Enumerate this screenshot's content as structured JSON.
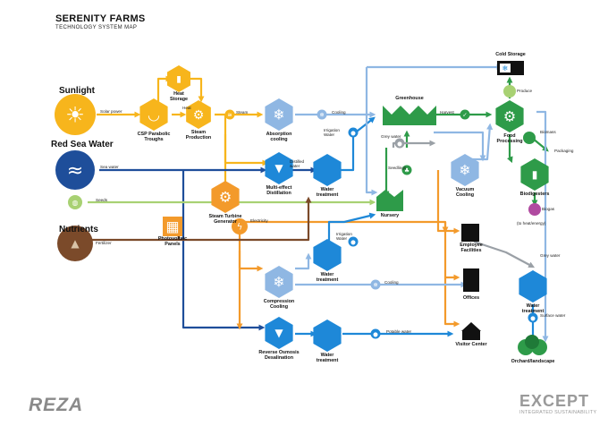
{
  "header": {
    "title": "SERENITY FARMS",
    "subtitle": "TECHNOLOGY SYSTEM MAP"
  },
  "colors": {
    "sun": "#F7B51C",
    "water": "#1E4E9A",
    "steam": "#F7B51C",
    "orange": "#F39A2B",
    "lightblue": "#8FB7E3",
    "blue": "#1E88D8",
    "green": "#2E9B49",
    "lime": "#A8D173",
    "brown": "#7B4A2A",
    "black": "#111111"
  },
  "sources": {
    "sunlight": "Sunlight",
    "red_sea_water": "Red Sea Water",
    "nutrients": "Nutrients"
  },
  "nodes": {
    "heat_storage": "Heat\nStorage",
    "csp": "CSP Parabolic\nTroughs",
    "steam_production": "Steam\nProduction",
    "absorption": "Absorption\ncooling",
    "multi_effect": "Multi-effect\nDistillation",
    "water_treatment_1": "Water\ntreatment",
    "steam_turbine": "Steam Turbine\nGenerator",
    "photovoltaic": "Photovoltaic\nPanels",
    "greenhouse": "Greenhouse",
    "nursery": "Nursery",
    "vacuum_cooling": "Vacuum\nCooling",
    "cold_storage": "Cold Storage",
    "food_processing": "Food\nProcessing",
    "biodigesters": "Biodigesters",
    "water_treatment_2": "Water\ntreatment",
    "compression": "Compression\nCooling",
    "reverse_osmosis": "Reverse Osmosis\nDesalination",
    "water_treatment_3": "Water\ntreatment",
    "employee": "Employee\nFacilities",
    "offices": "Offices",
    "visitor": "Visitor Center",
    "water_treatment_4": "Water\ntreatment",
    "orchard": "Orchard/landscape"
  },
  "flows": {
    "solar_power": "Solar power",
    "heat": "Heat",
    "steam": "Steam",
    "cooling_1": "Cooling",
    "sea_water": "Sea water",
    "distilled_water": "Distilled\nwater",
    "irrigation_water_1": "Irrigation\nWater",
    "grey_water_1": "Grey water",
    "seedlings": "Seedlings",
    "harvest": "Harvest",
    "produce": "Produce",
    "biomass": "Biomass",
    "packaging": "Packaging",
    "biogas": "Biogas",
    "to_heat_energy": "(to heat/energy)",
    "seeds": "Seeds",
    "electricity": "Electricity",
    "fertilizer": "Fertilizer",
    "irrigation_water_2": "Irrigation\nWater",
    "cooling_2": "Cooling",
    "potable_water": "Potable water",
    "grey_water_2": "Grey water",
    "surface_water": "Surface water"
  },
  "footer": {
    "logo_left": "REZA",
    "logo_right": "EXCEPT",
    "logo_right_sub": "INTEGRATED SUSTAINABILITY"
  }
}
